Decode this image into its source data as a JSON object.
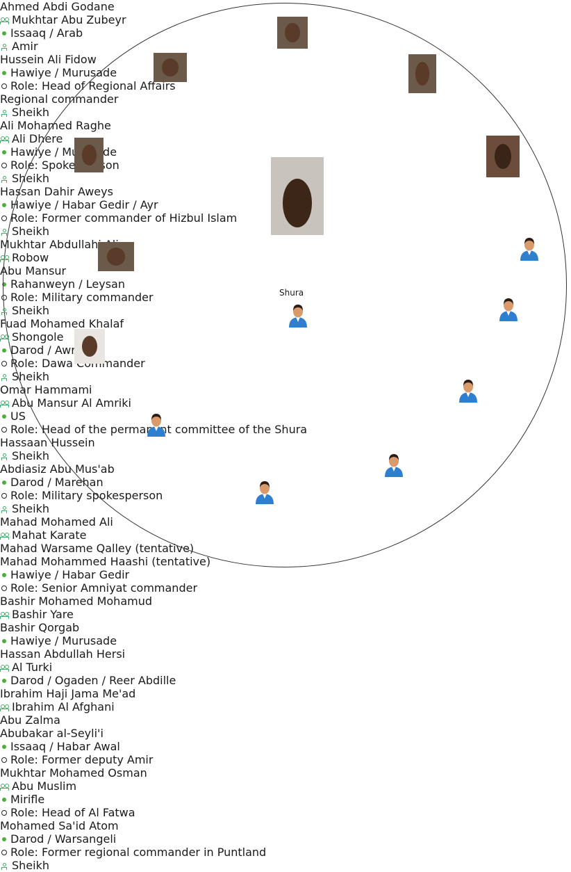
{
  "diagram": {
    "center_label": "Shura",
    "people": [
      {
        "id": "godane",
        "name": "Ahmed Abdi Godane",
        "aliases": [
          "Mukhtar Abu Zubeyr"
        ],
        "clan": "Issaaq / Arab",
        "role": "",
        "title": "Amir",
        "avatar": "photo"
      },
      {
        "id": "fidow",
        "name": "Hussein Ali Fidow",
        "aliases": [],
        "clan": "Hawiye / Murusade",
        "role": "Role: Head of Regional Affairs",
        "role2": "Regional commander",
        "title": "Sheikh",
        "avatar": "photo"
      },
      {
        "id": "raghe",
        "name": "Ali Mohamed Raghe",
        "aliases": [
          "Ali Dhere"
        ],
        "clan": "Hawiye / Murusade",
        "role": "Role: Spokesperson",
        "title": "Sheikh",
        "avatar": "photo"
      },
      {
        "id": "aweys",
        "name": "Hassan Dahir Aweys",
        "aliases": [],
        "clan": "Hawiye / Habar Gedir / Ayr",
        "role": "Role: Former commander of Hizbul Islam",
        "title": "Sheikh",
        "avatar": "photo"
      },
      {
        "id": "mukhtar_ali",
        "name": "Mukhtar Abdullahi Ali",
        "aliases": [
          "Robow",
          "Abu Mansur"
        ],
        "clan": "Rahanweyn / Leysan",
        "role": "Role: Military commander",
        "title": "Sheikh",
        "avatar": "photo"
      },
      {
        "id": "khalaf",
        "name": "Fuad Mohamed Khalaf",
        "aliases": [
          "Shongole"
        ],
        "clan": "Darod / Awrtabe",
        "role": "Role: Dawa Commander",
        "title": "Sheikh",
        "avatar": "photo"
      },
      {
        "id": "hammami",
        "name": "Omar Hammami",
        "aliases": [
          "Abu Mansur Al Amriki"
        ],
        "clan": "US",
        "role": "Role: Head of the permanent committee of the Shura",
        "title": "",
        "avatar": "photo"
      },
      {
        "id": "hussein",
        "name": "Hassaan Hussein",
        "aliases": [],
        "clan": "",
        "role": "",
        "title": "Sheikh",
        "avatar": "generic"
      },
      {
        "id": "musab",
        "name": "Abdiasiz Abu Mus'ab",
        "aliases": [],
        "clan": "Darod / Marehan",
        "role": "Role: Military spokesperson",
        "title": "Sheikh",
        "avatar": "generic"
      },
      {
        "id": "mahad",
        "name": "Mahad Mohamed Ali",
        "aliases": [
          "Mahat Karate",
          "Mahad Warsame Qalley (tentative)",
          "Mahad Mohammed Haashi (tentative)"
        ],
        "clan": "Hawiye / Habar Gedir",
        "role": "Role: Senior Amniyat commander",
        "title": "",
        "avatar": "generic"
      },
      {
        "id": "bashir",
        "name": "Bashir Mohamed Mohamud",
        "aliases": [
          "Bashir Yare",
          "Bashir Qorgab"
        ],
        "clan": "Hawiye / Murusade",
        "role": "",
        "title": "",
        "avatar": "photo"
      },
      {
        "id": "hersi",
        "name": "Hassan Abdullah Hersi",
        "aliases": [
          "Al Turki"
        ],
        "clan": "Darod / Ogaden / Reer Abdille",
        "role": "",
        "title": "",
        "avatar": "generic"
      },
      {
        "id": "meadd",
        "name": "Ibrahim Haji Jama Me'ad",
        "aliases": [
          "Ibrahim Al Afghani",
          "Abu Zalma",
          "Abubakar al-Seyli'i"
        ],
        "clan": "Issaaq / Habar Awal",
        "role": "Role: Former deputy Amir",
        "title": "",
        "avatar": "generic"
      },
      {
        "id": "osman",
        "name": "Mukhtar Mohamed Osman",
        "aliases": [
          "Abu Muslim"
        ],
        "clan": "Mirifle",
        "role": "Role: Head of Al Fatwa",
        "title": "",
        "avatar": "generic"
      },
      {
        "id": "atom",
        "name": "Mohamed Sa'id Atom",
        "aliases": [],
        "clan": "Darod / Warsangeli",
        "role": "Role: Former regional commander in Puntland",
        "title": "Sheikh",
        "avatar": "generic"
      }
    ]
  },
  "colors": {
    "bullet_green": "#4cae3b",
    "avatar_blue": "#2f7fd0",
    "skin": "#d99a6c",
    "hair": "#2b1c14"
  }
}
